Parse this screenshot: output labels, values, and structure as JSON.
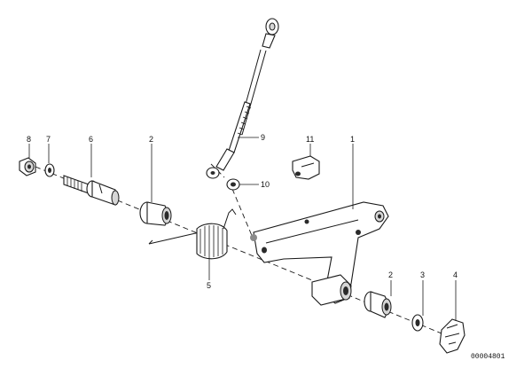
{
  "callouts": [
    {
      "id": "c8",
      "label": "8"
    },
    {
      "id": "c7",
      "label": "7"
    },
    {
      "id": "c6",
      "label": "6"
    },
    {
      "id": "c2a",
      "label": "2"
    },
    {
      "id": "c9",
      "label": "9"
    },
    {
      "id": "c11",
      "label": "11"
    },
    {
      "id": "c1",
      "label": "1"
    },
    {
      "id": "c10",
      "label": "10"
    },
    {
      "id": "c5",
      "label": "5"
    },
    {
      "id": "c2b",
      "label": "2"
    },
    {
      "id": "c3",
      "label": "3"
    },
    {
      "id": "c4",
      "label": "4"
    }
  ],
  "document_id": "00004801"
}
